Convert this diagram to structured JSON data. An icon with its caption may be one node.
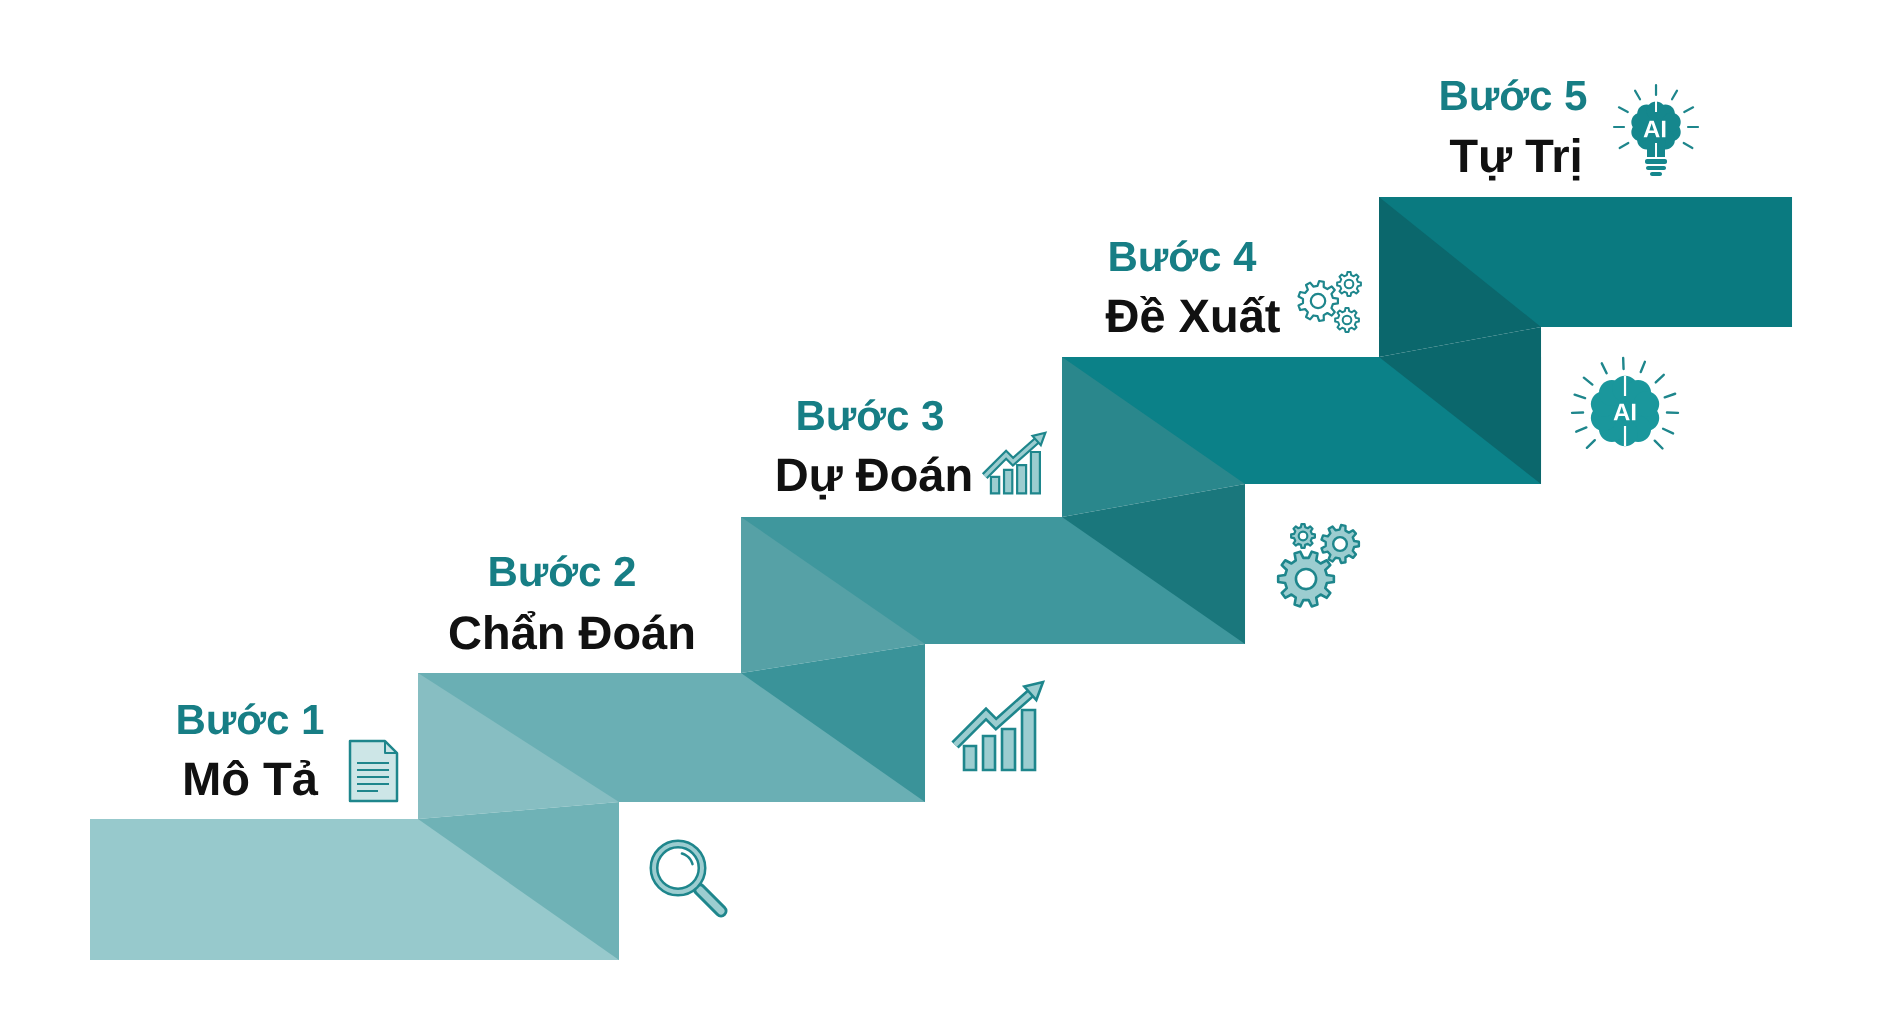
{
  "diagram": {
    "nodes": [
      {
        "text": [
          "Bước 1",
          "Mô Tả"
        ]
      },
      {
        "text": [
          "Bước 2",
          "Chẩn Đoán"
        ]
      },
      {
        "text": [
          "Bước 3",
          "Dự Đoán"
        ]
      },
      {
        "text": [
          "Bước 4",
          "Đề Xuất"
        ]
      },
      {
        "text": [
          "Bước 5",
          "Tự Trị"
        ]
      }
    ],
    "labels": [
      "AI",
      "AI"
    ]
  }
}
